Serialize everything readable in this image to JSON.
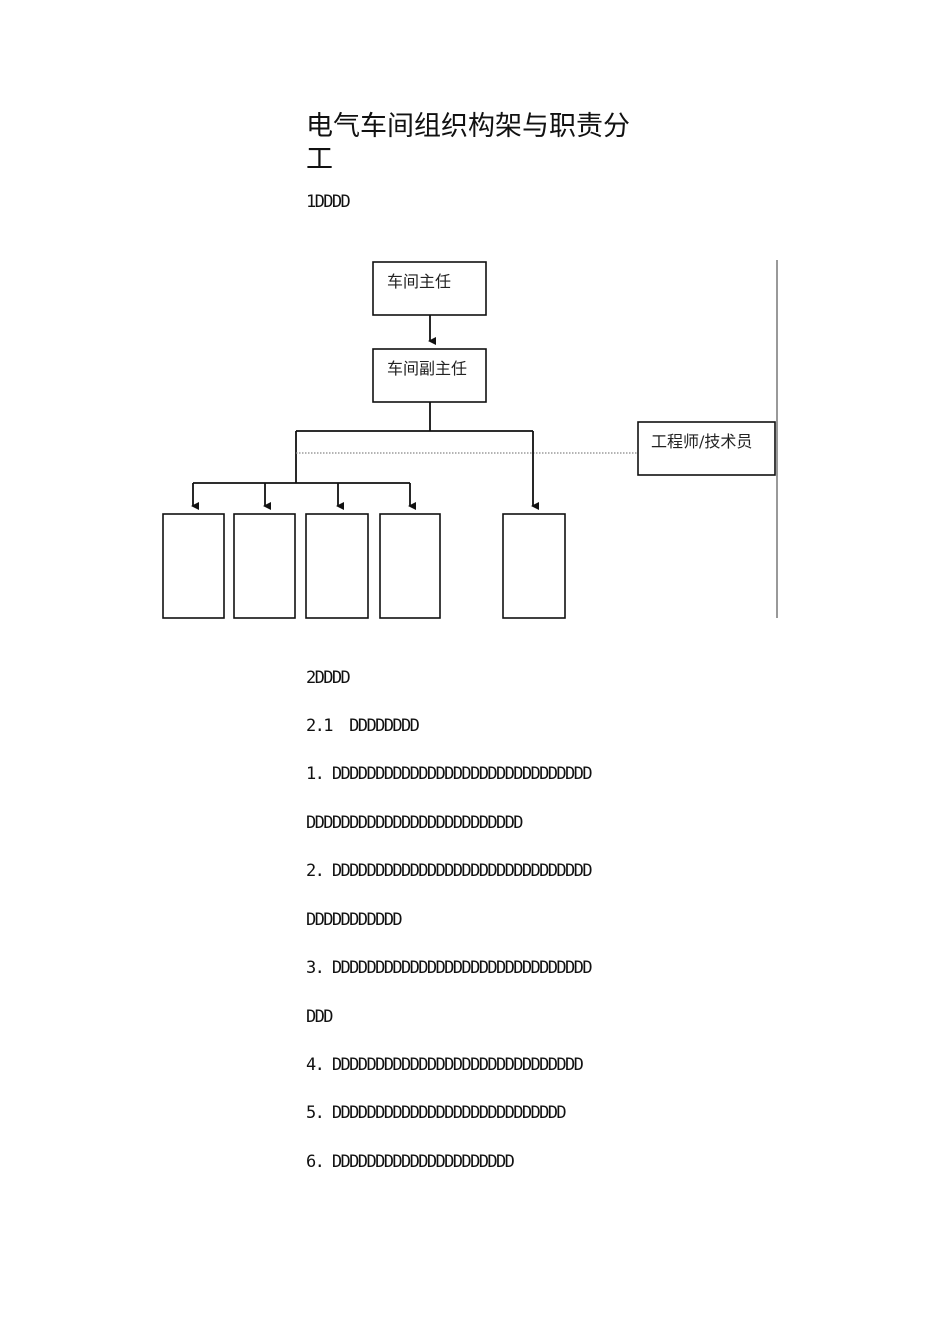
{
  "title": "电气车间组织构架与职责分工",
  "org_chart": {
    "nodes": [
      {
        "id": "director",
        "label": "车间主任"
      },
      {
        "id": "deputy",
        "label": "车间副主任"
      },
      {
        "id": "engineer",
        "label": "工程师/技术员"
      },
      {
        "id": "unit1",
        "label": ""
      },
      {
        "id": "unit2",
        "label": ""
      },
      {
        "id": "unit3",
        "label": ""
      },
      {
        "id": "unit4",
        "label": ""
      },
      {
        "id": "unit5",
        "label": ""
      }
    ],
    "edges": [
      {
        "from": "director",
        "to": "deputy",
        "style": "solid"
      },
      {
        "from": "deputy",
        "to": "unit1",
        "style": "solid"
      },
      {
        "from": "deputy",
        "to": "unit2",
        "style": "solid"
      },
      {
        "from": "deputy",
        "to": "unit3",
        "style": "solid"
      },
      {
        "from": "deputy",
        "to": "unit4",
        "style": "solid"
      },
      {
        "from": "deputy",
        "to": "unit5",
        "style": "solid"
      },
      {
        "from": "deputy",
        "to": "engineer",
        "style": "dotted"
      }
    ]
  },
  "lines": [
    "1DDDD",
    "2DDDD",
    "2.1  DDDDDDDD",
    "1. DDDDDDDDDDDDDDDDDDDDDDDDDDDDDD",
    "DDDDDDDDDDDDDDDDDDDDDDDDD",
    "2. DDDDDDDDDDDDDDDDDDDDDDDDDDDDDD",
    "DDDDDDDDDDD",
    "3. DDDDDDDDDDDDDDDDDDDDDDDDDDDDDD",
    "DDD",
    "4. DDDDDDDDDDDDDDDDDDDDDDDDDDDDD",
    "5. DDDDDDDDDDDDDDDDDDDDDDDDDDD",
    "6. DDDDDDDDDDDDDDDDDDDDD"
  ]
}
